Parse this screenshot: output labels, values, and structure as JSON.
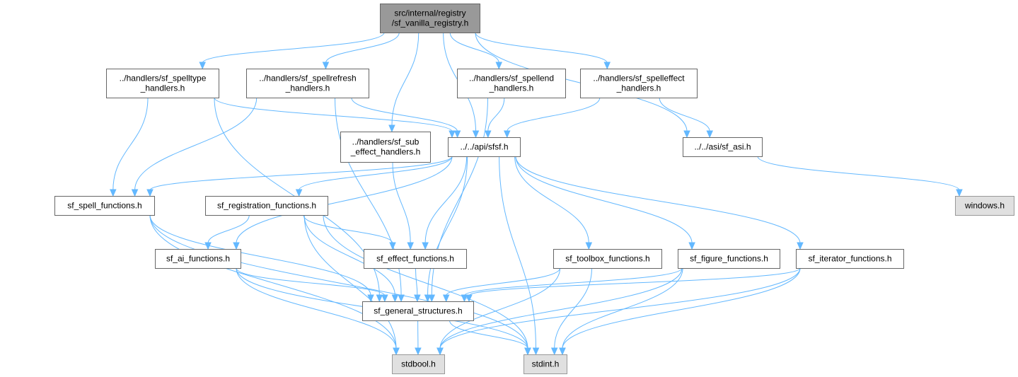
{
  "diagram": {
    "type": "include-dependency-graph",
    "colors": {
      "root_fill": "#999999",
      "node_fill": "#ffffff",
      "external_fill": "#e0e0e0",
      "border": "#666666",
      "edge": "#63b8ff"
    },
    "nodes": [
      {
        "id": "root",
        "kind": "root",
        "lines": [
          "src/internal/registry",
          "/sf_vanilla_registry.h"
        ]
      },
      {
        "id": "spelltype",
        "kind": "normal",
        "lines": [
          "../handlers/sf_spelltype",
          "_handlers.h"
        ]
      },
      {
        "id": "spellrefresh",
        "kind": "normal",
        "lines": [
          "../handlers/sf_spellrefresh",
          "_handlers.h"
        ]
      },
      {
        "id": "spellend",
        "kind": "normal",
        "lines": [
          "../handlers/sf_spellend",
          "_handlers.h"
        ]
      },
      {
        "id": "spelleffect",
        "kind": "normal",
        "lines": [
          "../handlers/sf_spelleffect",
          "_handlers.h"
        ]
      },
      {
        "id": "subeffect",
        "kind": "normal",
        "lines": [
          "../handlers/sf_sub",
          "_effect_handlers.h"
        ]
      },
      {
        "id": "sfsf",
        "kind": "normal",
        "lines": [
          "../../api/sfsf.h"
        ]
      },
      {
        "id": "asi",
        "kind": "normal",
        "lines": [
          "../../asi/sf_asi.h"
        ]
      },
      {
        "id": "windows",
        "kind": "external",
        "lines": [
          "windows.h"
        ]
      },
      {
        "id": "spellfunc",
        "kind": "normal",
        "lines": [
          "sf_spell_functions.h"
        ]
      },
      {
        "id": "regfunc",
        "kind": "normal",
        "lines": [
          "sf_registration_functions.h"
        ]
      },
      {
        "id": "aifunc",
        "kind": "normal",
        "lines": [
          "sf_ai_functions.h"
        ]
      },
      {
        "id": "effectfunc",
        "kind": "normal",
        "lines": [
          "sf_effect_functions.h"
        ]
      },
      {
        "id": "toolboxfunc",
        "kind": "normal",
        "lines": [
          "sf_toolbox_functions.h"
        ]
      },
      {
        "id": "figurefunc",
        "kind": "normal",
        "lines": [
          "sf_figure_functions.h"
        ]
      },
      {
        "id": "iterfunc",
        "kind": "normal",
        "lines": [
          "sf_iterator_functions.h"
        ]
      },
      {
        "id": "general",
        "kind": "normal",
        "lines": [
          "sf_general_structures.h"
        ]
      },
      {
        "id": "stdbool",
        "kind": "external",
        "lines": [
          "stdbool.h"
        ]
      },
      {
        "id": "stdint",
        "kind": "external",
        "lines": [
          "stdint.h"
        ]
      }
    ],
    "edges": [
      [
        "root",
        "spelltype"
      ],
      [
        "root",
        "spellrefresh"
      ],
      [
        "root",
        "subeffect"
      ],
      [
        "root",
        "sfsf"
      ],
      [
        "root",
        "spellend"
      ],
      [
        "root",
        "spelleffect"
      ],
      [
        "root",
        "asi"
      ],
      [
        "spelltype",
        "sfsf"
      ],
      [
        "spelltype",
        "spellfunc"
      ],
      [
        "spelltype",
        "general"
      ],
      [
        "spellrefresh",
        "sfsf"
      ],
      [
        "spellrefresh",
        "spellfunc"
      ],
      [
        "spellrefresh",
        "general"
      ],
      [
        "spellend",
        "sfsf"
      ],
      [
        "spellend",
        "general"
      ],
      [
        "spelleffect",
        "sfsf"
      ],
      [
        "spelleffect",
        "asi"
      ],
      [
        "subeffect",
        "effectfunc"
      ],
      [
        "asi",
        "windows"
      ],
      [
        "sfsf",
        "spellfunc"
      ],
      [
        "sfsf",
        "regfunc"
      ],
      [
        "sfsf",
        "aifunc"
      ],
      [
        "sfsf",
        "effectfunc"
      ],
      [
        "sfsf",
        "general"
      ],
      [
        "sfsf",
        "toolboxfunc"
      ],
      [
        "sfsf",
        "figurefunc"
      ],
      [
        "sfsf",
        "iterfunc"
      ],
      [
        "sfsf",
        "stdint"
      ],
      [
        "spellfunc",
        "general"
      ],
      [
        "spellfunc",
        "stdbool"
      ],
      [
        "spellfunc",
        "stdint"
      ],
      [
        "regfunc",
        "aifunc"
      ],
      [
        "regfunc",
        "effectfunc"
      ],
      [
        "regfunc",
        "general"
      ],
      [
        "regfunc",
        "stdbool"
      ],
      [
        "regfunc",
        "stdint"
      ],
      [
        "aifunc",
        "general"
      ],
      [
        "aifunc",
        "stdbool"
      ],
      [
        "aifunc",
        "stdint"
      ],
      [
        "effectfunc",
        "general"
      ],
      [
        "toolboxfunc",
        "general"
      ],
      [
        "toolboxfunc",
        "stdbool"
      ],
      [
        "toolboxfunc",
        "stdint"
      ],
      [
        "figurefunc",
        "general"
      ],
      [
        "figurefunc",
        "stdbool"
      ],
      [
        "figurefunc",
        "stdint"
      ],
      [
        "iterfunc",
        "general"
      ],
      [
        "iterfunc",
        "stdbool"
      ],
      [
        "iterfunc",
        "stdint"
      ],
      [
        "general",
        "stdbool"
      ],
      [
        "general",
        "stdint"
      ]
    ]
  }
}
